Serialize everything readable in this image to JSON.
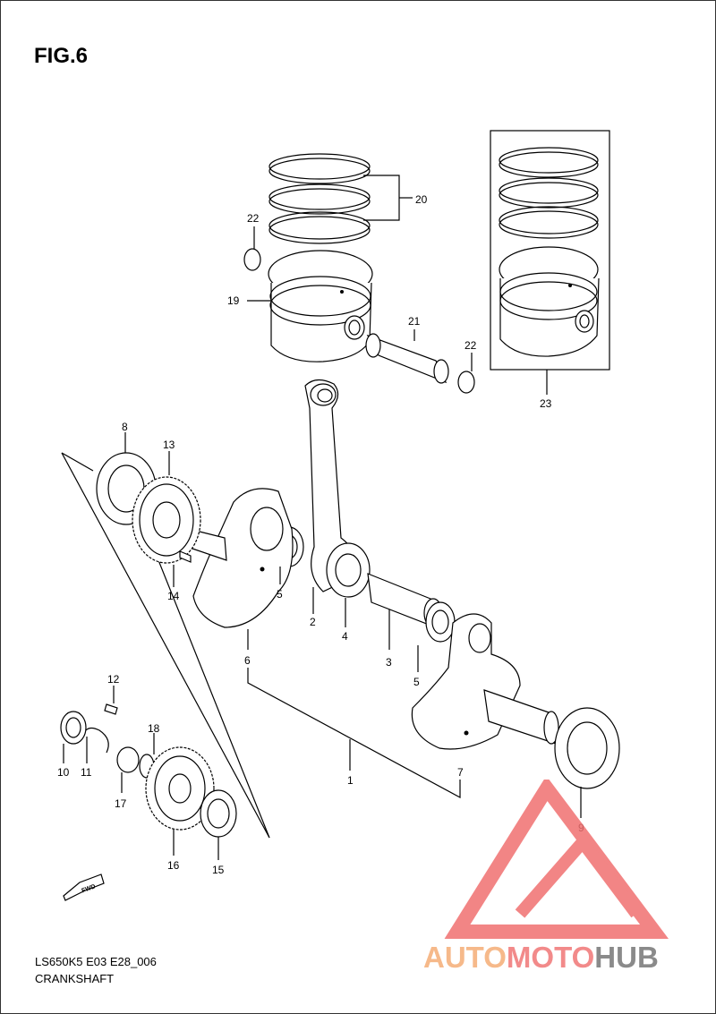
{
  "figure": {
    "title": "FIG.6"
  },
  "footer": {
    "code": "LS650K5 E03 E28_006",
    "name": "CRANKSHAFT"
  },
  "fwd_badge": "FWD",
  "parts": [
    {
      "id": "p1",
      "label": "1"
    },
    {
      "id": "p2",
      "label": "2"
    },
    {
      "id": "p3",
      "label": "3"
    },
    {
      "id": "p4",
      "label": "4"
    },
    {
      "id": "p5a",
      "label": "5"
    },
    {
      "id": "p5b",
      "label": "5"
    },
    {
      "id": "p6",
      "label": "6"
    },
    {
      "id": "p7",
      "label": "7"
    },
    {
      "id": "p8",
      "label": "8"
    },
    {
      "id": "p9",
      "label": "9"
    },
    {
      "id": "p10",
      "label": "10"
    },
    {
      "id": "p11",
      "label": "11"
    },
    {
      "id": "p12",
      "label": "12"
    },
    {
      "id": "p13",
      "label": "13"
    },
    {
      "id": "p14",
      "label": "14"
    },
    {
      "id": "p15",
      "label": "15"
    },
    {
      "id": "p16",
      "label": "16"
    },
    {
      "id": "p17",
      "label": "17"
    },
    {
      "id": "p18",
      "label": "18"
    },
    {
      "id": "p19",
      "label": "19"
    },
    {
      "id": "p20",
      "label": "20"
    },
    {
      "id": "p21",
      "label": "21"
    },
    {
      "id": "p22a",
      "label": "22"
    },
    {
      "id": "p22b",
      "label": "22"
    },
    {
      "id": "p23",
      "label": "23"
    }
  ],
  "watermark": {
    "part1": "AUTO",
    "part2": "MOTO",
    "part3": "HUB",
    "color1": "#f6b98a",
    "color2": "#f28a8a",
    "color3": "#8a8a8a",
    "logo_color": "#f07070"
  }
}
